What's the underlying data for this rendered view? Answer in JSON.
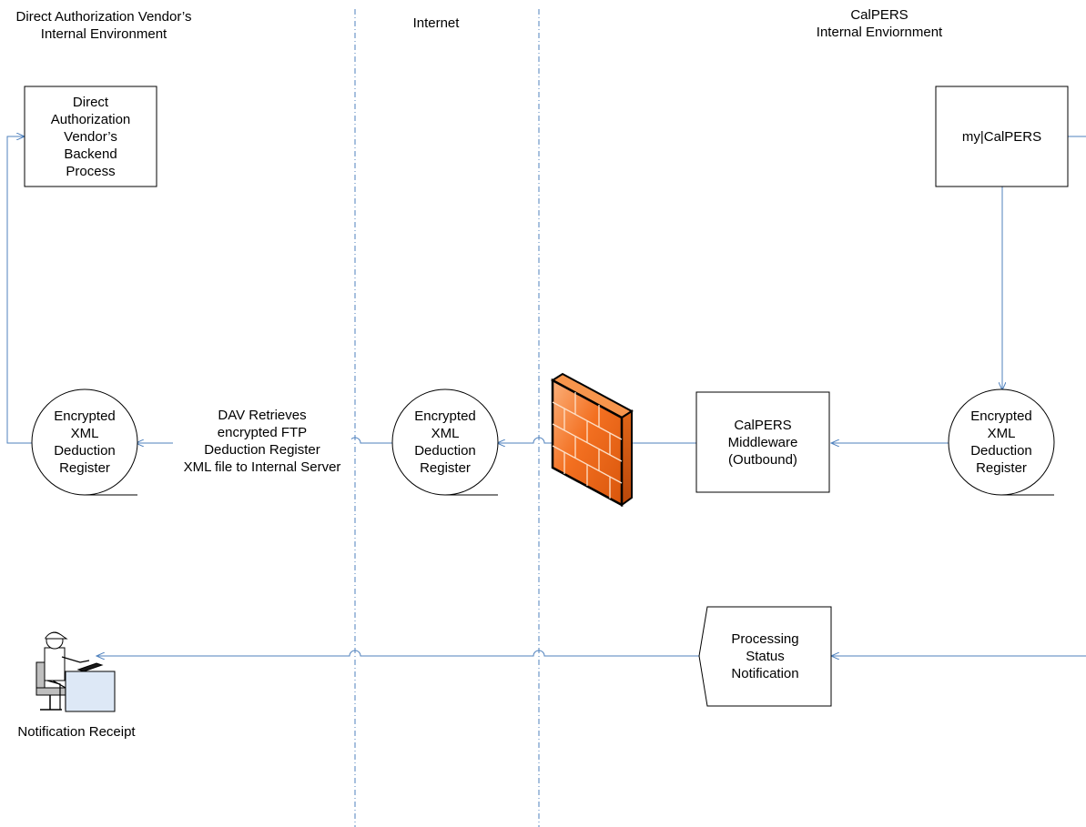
{
  "zones": {
    "vendor_env": "Direct Authorization Vendor’s\nInternal Environment",
    "internet": "Internet",
    "calpers_env": "CalPERS\nInternal Enviornment"
  },
  "nodes": {
    "vendor_backend": "Direct\nAuthorization\nVendor’s\nBackend\nProcess",
    "mycalpers": "my|CalPERS",
    "vendor_register": "Encrypted\nXML\nDeduction\nRegister",
    "internet_register": "Encrypted\nXML\nDeduction\nRegister",
    "calpers_register": "Encrypted\nXML\nDeduction\nRegister",
    "middleware": "CalPERS\nMiddleware\n(Outbound)",
    "notification": "Processing\nStatus\nNotification",
    "notification_receipt": "Notification Receipt"
  },
  "edge_labels": {
    "dav_retrieves": "DAV Retrieves\nencrypted FTP\nDeduction Register\nXML file to Internal Server"
  },
  "colors": {
    "line": "#4f81bd",
    "separator": "#4f81bd",
    "firewall": "#f37021"
  }
}
